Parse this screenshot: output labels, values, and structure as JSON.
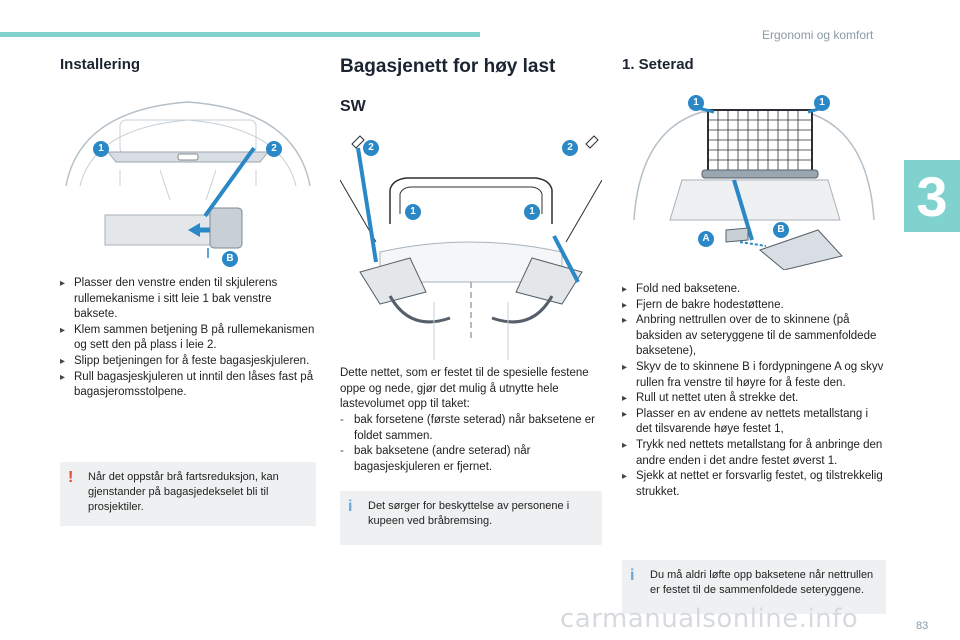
{
  "header": {
    "section": "Ergonomi og komfort",
    "chapter_number": "3"
  },
  "left": {
    "title": "Installering",
    "bullets": [
      "Plasser den venstre enden til skjulerens rullemekanisme i sitt leie 1 bak venstre baksete.",
      "Klem sammen betjening B på rullemekanismen og sett den på plass i leie 2.",
      "Slipp betjeningen for å feste bagasjeskjuleren.",
      "Rull bagasjeskjuleren ut inntil den låses fast på bagasjeromsstolpene."
    ],
    "warning": "Når det oppstår brå fartsreduksjon, kan gjenstander på bagasjedekselet bli til prosjektiler.",
    "labels": [
      "1",
      "2",
      "B"
    ]
  },
  "middle": {
    "title": "Bagasjenett for høy last",
    "subtitle": "SW",
    "intro": "Dette nettet, som er festet til de spesielle festene oppe og nede, gjør det mulig å utnytte hele lastevolumet opp til taket:",
    "list": [
      "bak forsetene (første seterad) når baksetene er foldet sammen.",
      "bak baksetene (andre seterad) når bagasjeskjuleren er fjernet."
    ],
    "info": "Det sørger for beskyttelse av personene i kupeen ved bråbremsing.",
    "labels": [
      "2",
      "2",
      "1",
      "1"
    ]
  },
  "right": {
    "title": "1. Seterad",
    "bullets": [
      "Fold ned baksetene.",
      "Fjern de bakre hodestøttene.",
      "Anbring nettrullen over de to skinnene (på baksiden av seteryggene til de sammenfoldede baksetene),",
      "Skyv de to skinnene B i fordypningene A og skyv rullen fra venstre til høyre for å feste den.",
      "Rull ut nettet uten å strekke det.",
      "Plasser en av endene av nettets metallstang i det tilsvarende høye festet 1,",
      "Trykk ned nettets metallstang for å anbringe den andre enden i det andre festet øverst 1.",
      "Sjekk at nettet er forsvarlig festet, og tilstrekkelig strukket."
    ],
    "info": "Du må aldri løfte opp baksetene når nettrullen er festet til de sammenfoldede seteryggene.",
    "labels": [
      "1",
      "1",
      "B",
      "A"
    ]
  },
  "footer": {
    "page": "83",
    "watermark": "carmanualsonline.info"
  },
  "colors": {
    "accent": "#7fd2ce",
    "callout_blue": "#2a88c6",
    "warning_red": "#e04a36",
    "note_bg": "#eef0f1"
  }
}
